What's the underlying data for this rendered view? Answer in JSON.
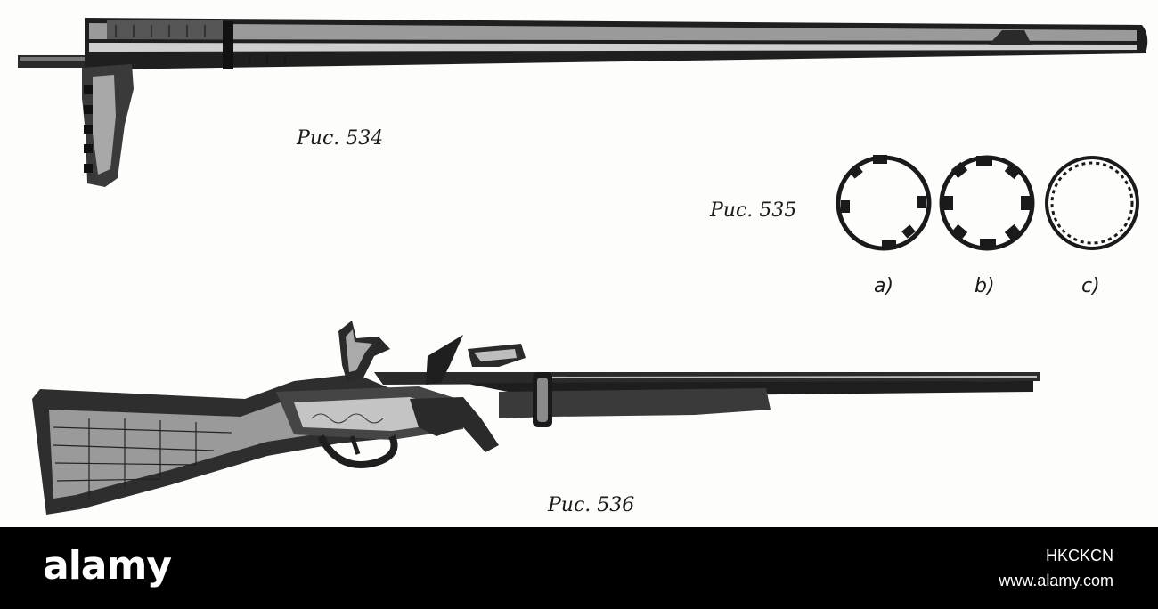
{
  "figures": {
    "fig534": {
      "caption": "Рис. 534"
    },
    "fig535": {
      "caption": "Рис. 535",
      "parts": [
        "a)",
        "b)",
        "c)"
      ]
    },
    "fig536": {
      "caption": "Рис. 536"
    }
  },
  "footer": {
    "brand": "alamy",
    "image_id": "HKCKCN",
    "site": "www.alamy.com",
    "background": "#000000",
    "text_color": "#ffffff"
  }
}
